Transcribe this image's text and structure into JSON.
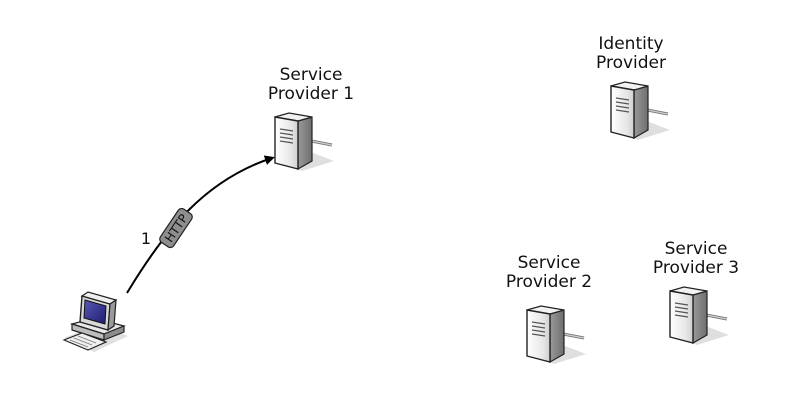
{
  "nodes": {
    "service_provider_1": {
      "line1": "Service",
      "line2": "Provider 1"
    },
    "identity_provider": {
      "line1": "Identity",
      "line2": "Provider"
    },
    "service_provider_2": {
      "line1": "Service",
      "line2": "Provider 2"
    },
    "service_provider_3": {
      "line1": "Service",
      "line2": "Provider 3"
    }
  },
  "connection": {
    "step": "1",
    "protocol": "HTTP"
  },
  "icons": {
    "server": "server-icon",
    "client": "desktop-computer-icon"
  }
}
